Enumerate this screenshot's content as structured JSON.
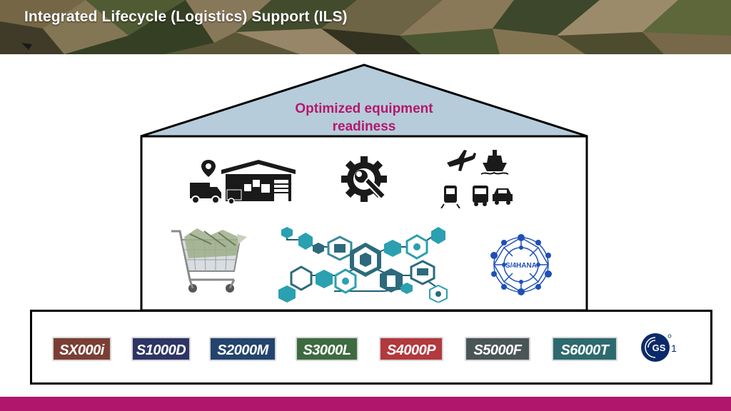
{
  "header": {
    "title": "Integrated Lifecycle (Logistics) Support (ILS)"
  },
  "house": {
    "roof_text": "Optimized equipment readiness"
  },
  "icons": [
    {
      "name": "warehouse-logistics-icon"
    },
    {
      "name": "gear-wrench-icon"
    },
    {
      "name": "transport-modes-icon"
    },
    {
      "name": "shopping-cart-icon"
    },
    {
      "name": "process-network-icon"
    },
    {
      "name": "s4hana-network-icon",
      "label": "S/4HANA"
    }
  ],
  "specs": [
    {
      "label": "SX000i",
      "color": "#7a3f34"
    },
    {
      "label": "S1000D",
      "color": "#2e3566"
    },
    {
      "label": "S2000M",
      "color": "#23446e"
    },
    {
      "label": "S3000L",
      "color": "#3d6b3f"
    },
    {
      "label": "S4000P",
      "color": "#b2393d"
    },
    {
      "label": "S5000F",
      "color": "#4a5556"
    },
    {
      "label": "S6000T",
      "color": "#2d6a6e"
    }
  ],
  "gs1": {
    "label": "GS1"
  },
  "colors": {
    "accent": "#b0166c",
    "roof_fill": "#b6ccdb",
    "icon_teal": "#2aa0b0"
  }
}
